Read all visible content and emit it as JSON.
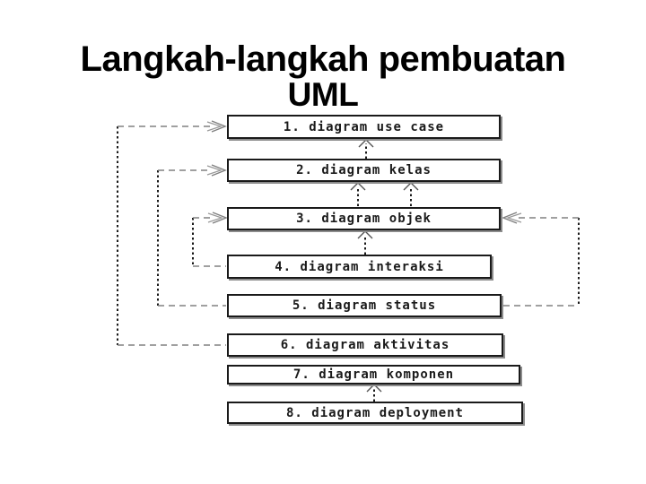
{
  "slide": {
    "title_line1": "Langkah-langkah pembuatan",
    "title_line2": "UML"
  },
  "diagram": {
    "boxes": [
      {
        "label": "1. diagram use case"
      },
      {
        "label": "2. diagram kelas"
      },
      {
        "label": "3. diagram objek"
      },
      {
        "label": "4. diagram interaksi"
      },
      {
        "label": "5. diagram status"
      },
      {
        "label": "6. diagram aktivitas"
      },
      {
        "label": "7. diagram komponen"
      },
      {
        "label": "8. diagram deployment"
      }
    ],
    "connections": [
      {
        "from": "6. diagram aktivitas",
        "to": "1. diagram use case",
        "side": "left",
        "style": "dashed-open-arrow"
      },
      {
        "from": "5. diagram status",
        "to": "2. diagram kelas",
        "side": "left",
        "style": "dashed-open-arrow"
      },
      {
        "from": "4. diagram interaksi",
        "to": "3. diagram objek",
        "side": "left",
        "style": "dashed-open-arrow"
      },
      {
        "from": "5. diagram status",
        "to": "3. diagram objek",
        "side": "right",
        "style": "dashed-open-arrow"
      },
      {
        "from": "2. diagram kelas",
        "to": "1. diagram use case",
        "style": "dotted-up-arrow"
      },
      {
        "from": "3. diagram objek",
        "to": "2. diagram kelas",
        "style": "dotted-up-arrow-x2"
      },
      {
        "from": "4. diagram interaksi",
        "to": "3. diagram objek",
        "style": "dotted-up-arrow"
      },
      {
        "from": "8. diagram deployment",
        "to": "7. diagram komponen",
        "style": "dotted-up-arrow"
      }
    ],
    "colors": {
      "background": "#ffffff",
      "box_fill": "#ffffff",
      "box_border": "#1a1a1a",
      "box_shadow": "#8c8c8c",
      "dashed_line": "#808080",
      "dotted_line": "#1a1a1a",
      "arrowhead": "#666666",
      "title_text": "#000000"
    }
  }
}
